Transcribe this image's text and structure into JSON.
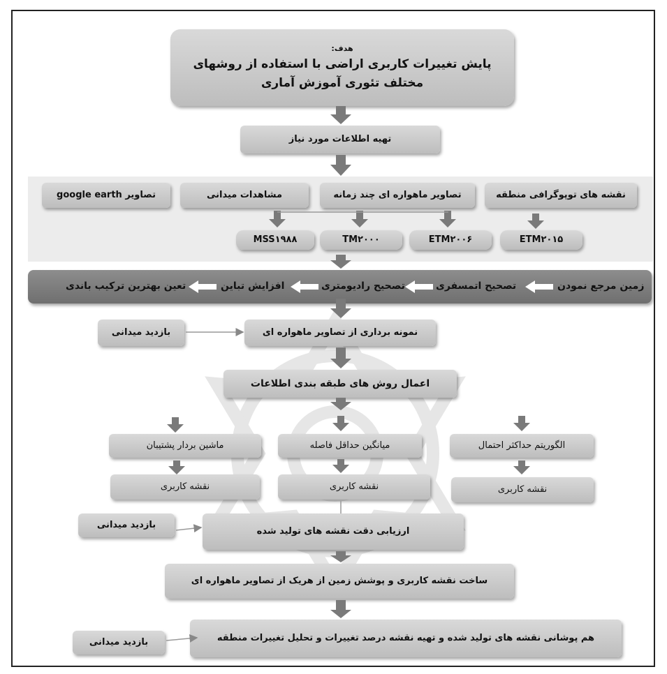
{
  "goal": {
    "label": "هدف:",
    "line1": "پایش تغییرات کاربری اراضی با استفاده از روشهای",
    "line2": "مختلف تئوری آموزش آماری"
  },
  "step_prepare": "تهیه اطلاعات مورد نیاز",
  "inputs": {
    "topo": "نقشه های توپوگرافی منطقه",
    "satellite": "تصاویر ماهواره ای چند زمانه",
    "field_obs": "مشاهدات میدانی",
    "google": "تصاویر google earth"
  },
  "images": [
    "ETM۲۰۱۵",
    "ETM۲۰۰۶",
    "TM۲۰۰۰",
    "MSS۱۹۸۸"
  ],
  "preprocess": [
    "زمین مرجع نمودن",
    "تصحیح اتمسفری",
    "تصحیح رادیومتری",
    "افزایش تباین",
    "تعین بهترین ترکیب باندی"
  ],
  "sampling": "نمونه برداری از تصاویر ماهواره ای",
  "field_visit_1": "بازدید میدانی",
  "classification": "اعمال روش های طبقه بندی اطلاعات",
  "methods": [
    "الگوریتم حداکثر احتمال",
    "میانگین حداقل فاصله",
    "ماشین بردار پشتیبان"
  ],
  "landuse_map": [
    "نقشه کاربری",
    "نقشه کاربری",
    "نقشه کاربری"
  ],
  "accuracy": "ارزیابی دقت نقشه های تولید شده",
  "field_visit_2": "بازدید میدانی",
  "build_maps": "ساخت نقشه کاربری و پوشش زمین از هریک از تصاویر ماهواره ای",
  "overlay": "هم پوشانی نقشه های تولید شده و تهیه نقشه درصد تغییرات و تحلیل تغییرات منطقه",
  "field_visit_3": "بازدید میدانی"
}
